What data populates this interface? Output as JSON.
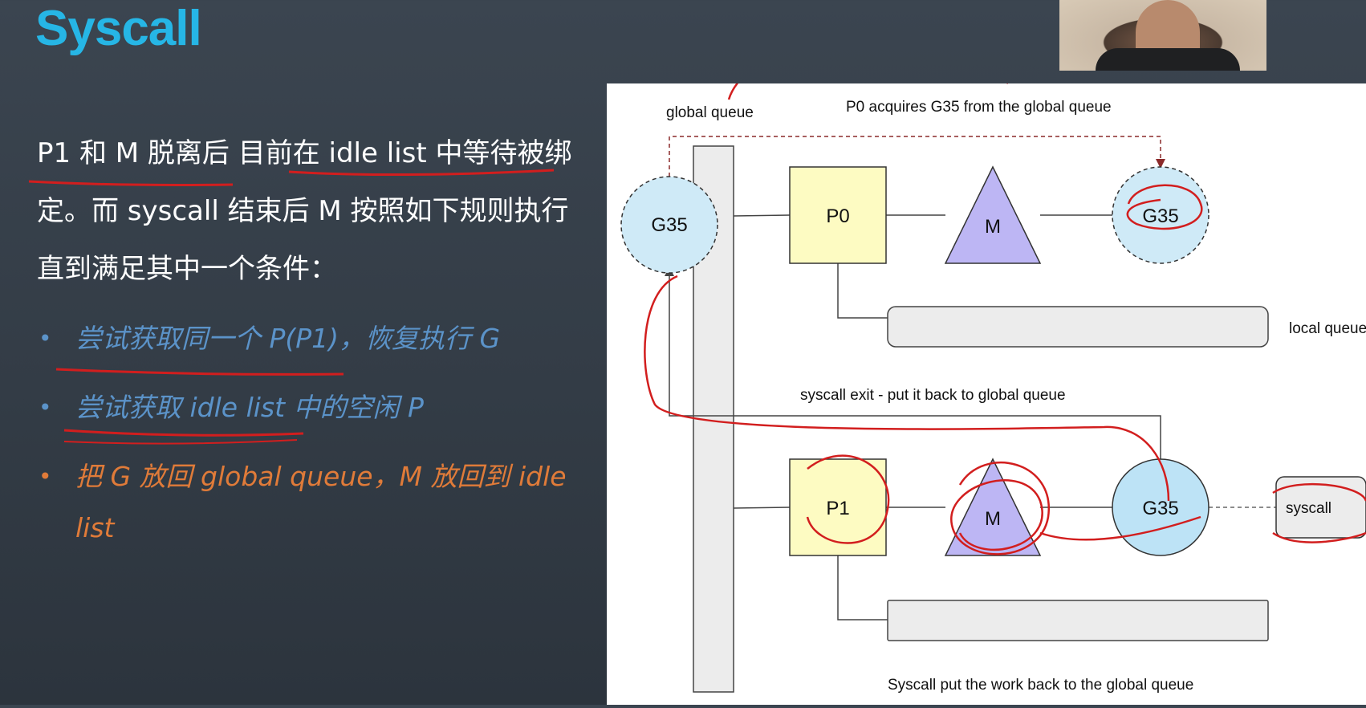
{
  "slide": {
    "title": "Syscall",
    "paragraph": "P1 和 M 脱离后 目前在 idle list 中等待被绑定。而 syscall 结束后 M 按照如下规则执行直到满足其中一个条件：",
    "bullets": [
      {
        "text": "尝试获取同一个 P(P1)，恢复执行 G",
        "color": "#5b93c9"
      },
      {
        "text": "尝试获取 idle list 中的空闲 P",
        "color": "#5b93c9"
      },
      {
        "text": "把 G 放回 global queue，M 放回到 idle list",
        "color": "#e07b39"
      }
    ],
    "bullet_glyph": "•"
  },
  "diagram": {
    "label_global_queue": "global queue",
    "label_p0_acquires": "P0 acquires G35 from the global queue",
    "label_syscall_exit": "syscall exit - put it back to global queue",
    "label_local_queue": "local queue",
    "label_syscall_put_back": "Syscall put the work back to the global queue",
    "label_syscall_box": "syscall",
    "g_left": "G35",
    "g_top_right": "G35",
    "g_bottom": "G35",
    "p0": "P0",
    "p1": "P1",
    "m_top": "M",
    "m_bottom": "M"
  },
  "colors": {
    "title": "#26b6e6",
    "g_fill": "#cfeaf7",
    "g_fill_solid": "#bde3f6",
    "p_fill": "#fdfbc2",
    "m_fill": "#bdb6f4",
    "queue_fill": "#ececec",
    "annotation": "#d21e1e"
  }
}
